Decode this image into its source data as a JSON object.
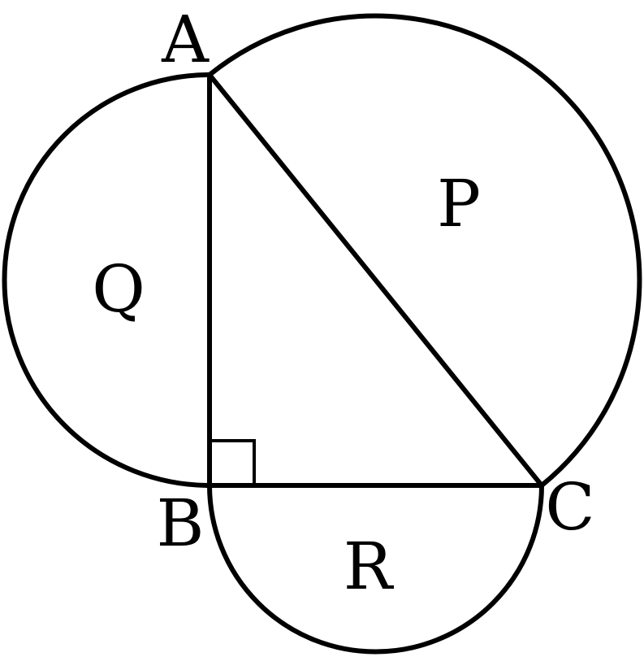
{
  "diagram": {
    "points": {
      "A": "A",
      "B": "B",
      "C": "C"
    },
    "regions": {
      "P": "P",
      "Q": "Q",
      "R": "R"
    },
    "colors": {
      "stroke": "#000000",
      "background": "#ffffff"
    }
  }
}
